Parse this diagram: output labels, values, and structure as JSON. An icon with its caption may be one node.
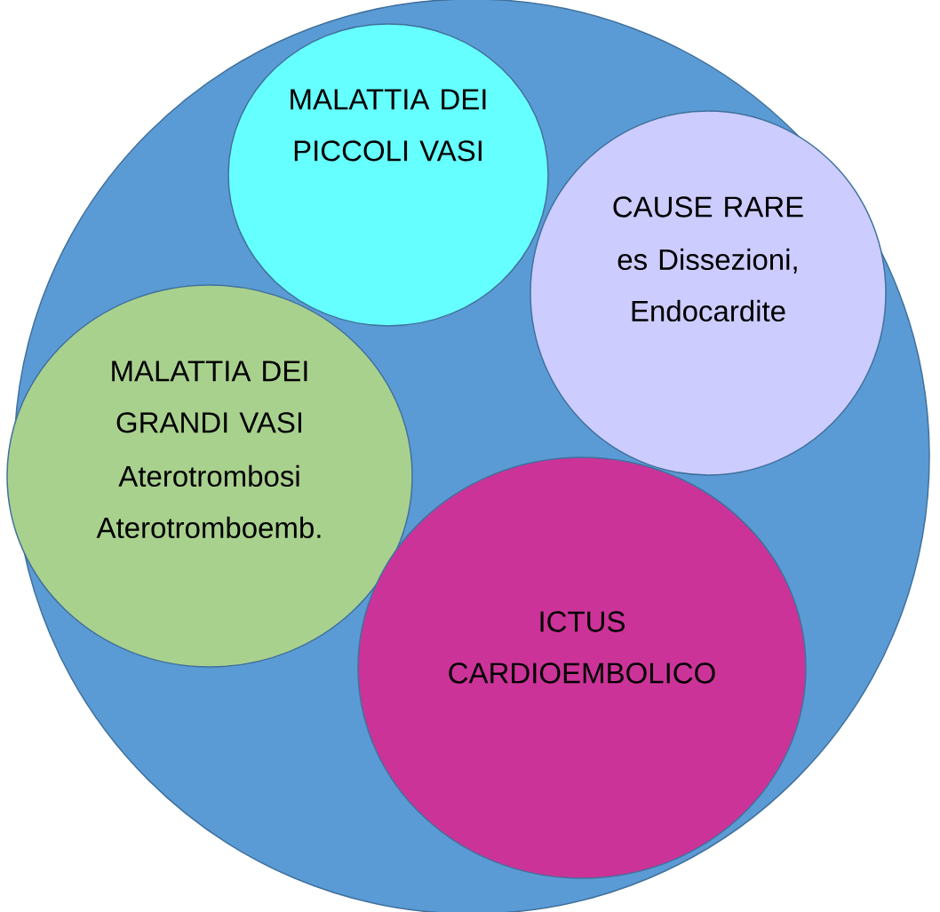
{
  "diagram": {
    "nodes": [
      {
        "text": [],
        "shape": "circle"
      },
      {
        "text": [
          "MALATTIA DEI PICCOLI VASI"
        ],
        "in": 0
      },
      {
        "text": [
          "CAUSE RARE",
          "es Dissezioni, Endocardite"
        ],
        "in": 0
      },
      {
        "text": [
          "MALATTIA DEI GRANDI VASI",
          "Aterotrombosi Aterotromboemb."
        ],
        "in": 0
      },
      {
        "text": [
          "ICTUS CARDIOEMBOLICO"
        ],
        "in": 0
      }
    ]
  }
}
